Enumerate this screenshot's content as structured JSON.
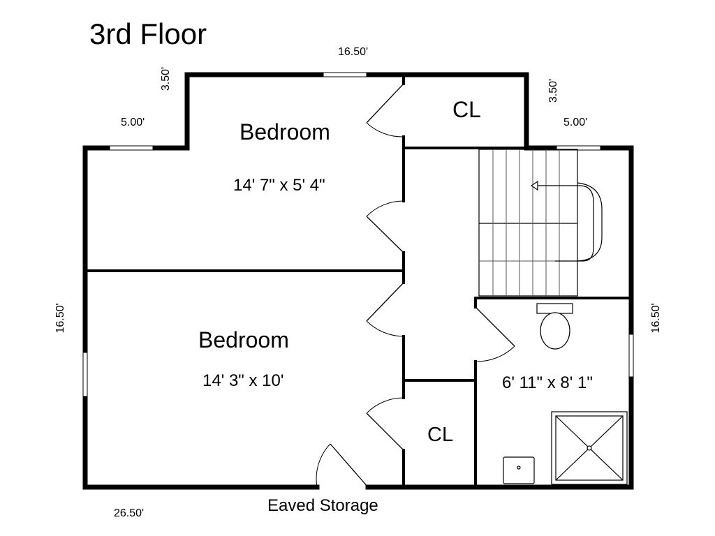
{
  "title": "3rd Floor",
  "rooms": {
    "bedroom_upper": {
      "name": "Bedroom",
      "size": "14' 7\" x 5' 4\""
    },
    "bedroom_lower": {
      "name": "Bedroom",
      "size": "14' 3\" x 10'"
    },
    "closet_upper": {
      "name": "CL"
    },
    "closet_lower": {
      "name": "CL"
    },
    "bathroom": {
      "size": "6' 11\" x 8' 1\""
    }
  },
  "dimensions": {
    "top": "16.50'",
    "top_left_step": "3.50'",
    "top_right_step": "3.50'",
    "left_ledge": "5.00'",
    "right_ledge": "5.00'",
    "left_side": "16.50'",
    "right_side": "16.50'",
    "bottom": "26.50'"
  },
  "bottom_label": "Eaved Storage"
}
